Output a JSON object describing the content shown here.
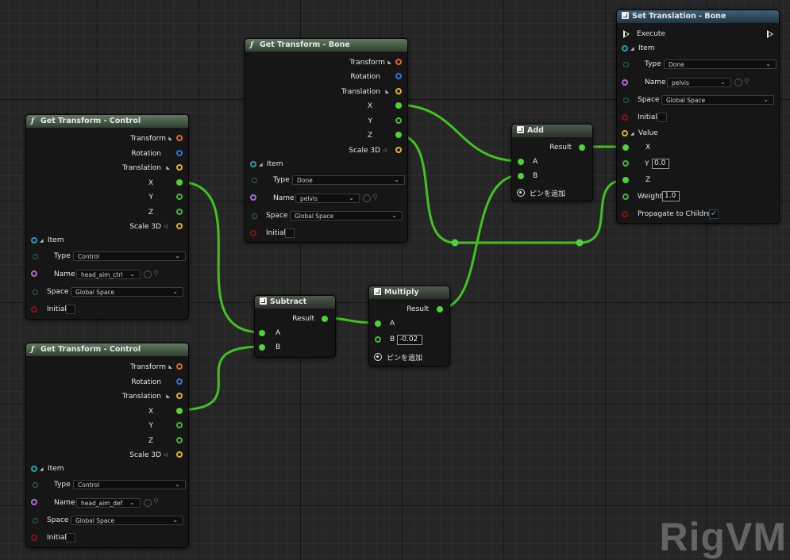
{
  "watermark": "RigVM",
  "nodes": {
    "get_bone": {
      "title": "Get Transform - Bone",
      "outputs": [
        "Transform",
        "Rotation",
        "Translation",
        "X",
        "Y",
        "Z",
        "Scale 3D"
      ],
      "item_label": "Item",
      "type_label": "Type",
      "type_value": "Done",
      "name_label": "Name",
      "name_value": "pelvis",
      "space_label": "Space",
      "space_value": "Global Space",
      "initial_label": "Initial"
    },
    "get_ctrl1": {
      "title": "Get Transform - Control",
      "outputs": [
        "Transform",
        "Rotation",
        "Translation",
        "X",
        "Y",
        "Z",
        "Scale 3D"
      ],
      "item_label": "Item",
      "type_label": "Type",
      "type_value": "Control",
      "name_label": "Name",
      "name_value": "head_aim_ctrl",
      "space_label": "Space",
      "space_value": "Global Space",
      "initial_label": "Initial"
    },
    "get_ctrl2": {
      "title": "Get Transform - Control",
      "outputs": [
        "Transform",
        "Rotation",
        "Translation",
        "X",
        "Y",
        "Z",
        "Scale 3D"
      ],
      "item_label": "Item",
      "type_label": "Type",
      "type_value": "Control",
      "name_label": "Name",
      "name_value": "head_aim_def",
      "space_label": "Space",
      "space_value": "Global Space",
      "initial_label": "Initial"
    },
    "subtract": {
      "title": "Subtract",
      "result": "Result",
      "a": "A",
      "b": "B"
    },
    "multiply": {
      "title": "Multiply",
      "result": "Result",
      "a": "A",
      "b": "B",
      "b_value": "-0.02",
      "add_pin": "ピンを追加"
    },
    "add": {
      "title": "Add",
      "result": "Result",
      "a": "A",
      "b": "B",
      "add_pin": "ピンを追加"
    },
    "set_trans": {
      "title": "Set Translation - Bone",
      "execute": "Execute",
      "item_label": "Item",
      "type_label": "Type",
      "type_value": "Done",
      "name_label": "Name",
      "name_value": "pelvis",
      "space_label": "Space",
      "space_value": "Global Space",
      "initial_label": "Initial",
      "value_label": "Value",
      "x_label": "X",
      "y_label": "Y",
      "y_value": "0.0",
      "z_label": "Z",
      "weight_label": "Weight",
      "weight_value": "1.0",
      "propagate_label": "Propagate to Children",
      "propagate_checked": "✓"
    }
  },
  "colors": {
    "wire": "#42c21f",
    "transform_pin": "#e06a1f",
    "rotation_pin": "#2c76d6",
    "vector_pin": "#e2b321",
    "float_pin": "#45b83a"
  }
}
